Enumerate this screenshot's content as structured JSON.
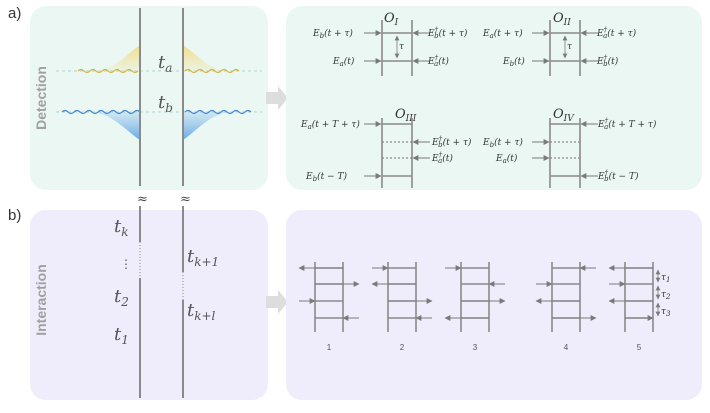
{
  "colors": {
    "detection_bg": "#eaf7f2",
    "interaction_bg": "#efedfb",
    "line": "#8a8a8a",
    "yellow_pulse": "#e8c64e",
    "blue_pulse": "#4a90d9",
    "panel_label": "#9a9a9a"
  },
  "panel_a": {
    "letter": "a)",
    "side_label": "Detection",
    "t_a": "t_a",
    "t_b": "t_b",
    "break_left": "≈",
    "break_right": "≈",
    "diagrams": {
      "O_I": {
        "title": "O_I",
        "left_top": "E_b(t + τ)",
        "right_top": "E_b^†(t + τ)",
        "left_bottom": "E_a(t)",
        "right_bottom": "E_a^†(t)",
        "tau": "τ"
      },
      "O_II": {
        "title": "O_II",
        "left_top": "E_a(t + τ)",
        "right_top": "E_a^†(t + τ)",
        "left_bottom": "E_b(t)",
        "right_bottom": "E_b^†(t)",
        "tau": "τ"
      },
      "O_III": {
        "title": "O_III",
        "left_top": "E_a(t + T + τ)",
        "right_mid1": "E_b^†(t + τ)",
        "right_mid2": "E_a^†(t)",
        "left_bottom": "E_b(t − T)"
      },
      "O_IV": {
        "title": "O_IV",
        "right_top": "E_a^†(t + T + τ)",
        "left_mid1": "E_b(t + τ)",
        "left_mid2": "E_a(t)",
        "right_bottom": "E_b^†(t − T)"
      }
    }
  },
  "panel_b": {
    "letter": "b)",
    "side_label": "Interaction",
    "t_k": "t_k",
    "dots": "⋮",
    "t_2": "t_2",
    "t_1": "t_1",
    "t_k1": "t_k+1",
    "t_kl": "t_k+l",
    "ladder_labels": [
      "1",
      "2",
      "3",
      "4",
      "5"
    ],
    "tau1": "τ_1",
    "tau2": "τ_2",
    "tau3": "τ_3"
  }
}
